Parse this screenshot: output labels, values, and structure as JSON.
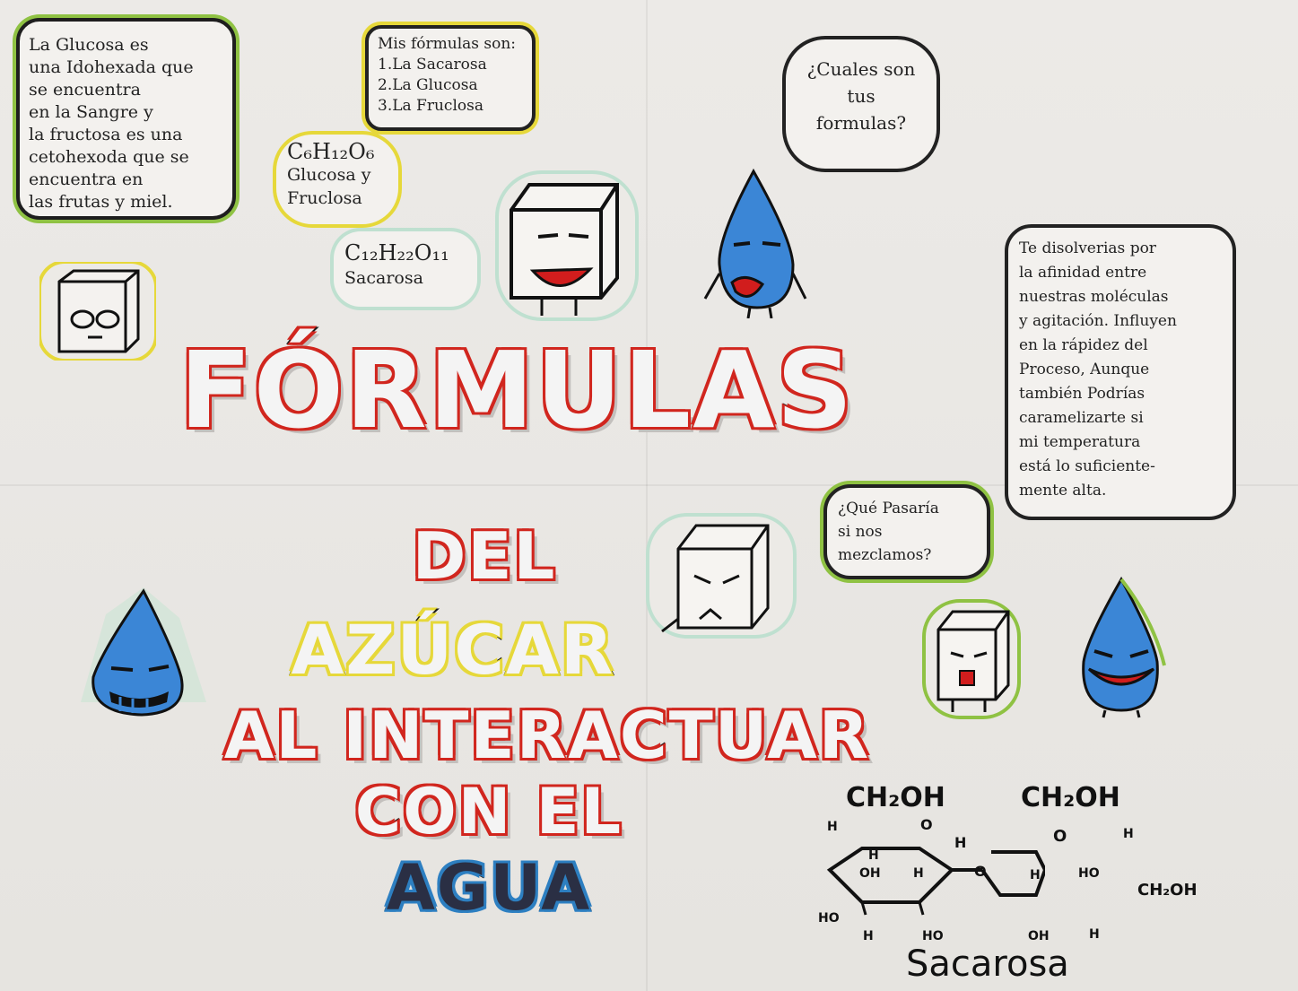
{
  "bubbles": {
    "glucosa": [
      "La Glucosa es",
      "una Idohexada que",
      "se encuentra",
      "en la Sangre y",
      "la fructosa es una",
      "cetohexoda que se",
      "encuentra en",
      "las frutas y miel."
    ],
    "mis_formulas": [
      "Mis fórmulas son:",
      "1.La Sacarosa",
      "2.La Glucosa",
      "3.La Fruclosa"
    ],
    "cuales": [
      "¿Cuales son",
      "tus",
      "formulas?"
    ],
    "c6": [
      "C₆H₁₂O₆",
      "Glucosa y",
      "Fruclosa"
    ],
    "c12": [
      "C₁₂H₂₂O₁₁",
      "Sacarosa"
    ],
    "disolverias": [
      "Te disolverias por",
      "la afinidad entre",
      "nuestras moléculas",
      "y agitación. Influyen",
      "en la rápidez del",
      "Proceso, Aunque",
      "también Podrías",
      "caramelizarte si",
      "mi temperatura",
      "está lo suficiente-",
      "mente alta."
    ],
    "que_pasaria": [
      "¿Qué Pasaría",
      "si nos",
      "mezclamos?"
    ]
  },
  "title": {
    "line1": "FÓRMULAS",
    "line2": "DEL",
    "line3": "AZÚCAR",
    "line4": "AL INTERACTUAR",
    "line5": "CON EL",
    "line6": "AGUA"
  },
  "diagram": {
    "ch2oh_left": "CH₂OH",
    "ch2oh_right": "CH₂OH",
    "ch2oh_side": "CH₂OH",
    "label": "Sacarosa",
    "atoms": {
      "h": "H",
      "o": "O",
      "oh": "OH",
      "ho": "HO"
    }
  },
  "colors": {
    "drop_blue": "#3b86d6",
    "title_outline_red": "#d1261e",
    "bubble_green": "#8fc243",
    "bubble_yellow": "#e6d83a"
  }
}
